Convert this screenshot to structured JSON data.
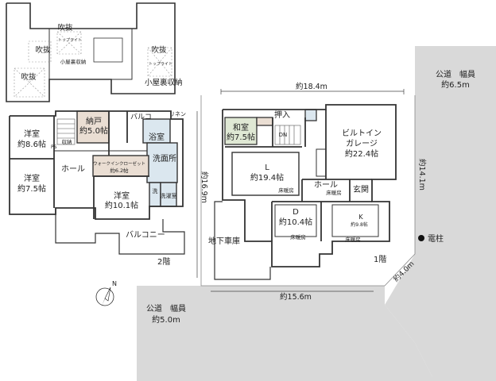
{
  "attic": {
    "void_1": "吹抜",
    "void_2": "吹抜",
    "void_3": "吹抜",
    "void_4": "吹抜",
    "skylight_1": "トップライト",
    "skylight_2": "トップライト",
    "attic_storage_inner": "小屋裏収納",
    "section_label": "小屋裏収納"
  },
  "floor2": {
    "storage": "納戸",
    "storage_size": "約5.0帖",
    "balcony_small": "バルコ",
    "linen": "リネン",
    "western_room_1": "洋室",
    "western_room_1_size": "約8.6帖",
    "closet_small": "収納",
    "bath": "浴室",
    "hall": "ホール",
    "walk_in_closet": "ウォークインクローゼット",
    "walk_in_closet_size": "約6.2帖",
    "washroom": "洗面所",
    "western_room_2": "洋室",
    "western_room_2_size": "約7.5帖",
    "western_room_3": "洋室",
    "western_room_3_size": "約10.1帖",
    "toilet": "洗",
    "laundry": "洗濯室",
    "ps": "PS",
    "balcony": "バルコニー",
    "floor_label": "2階"
  },
  "floor1": {
    "width_dim": "約18.4m",
    "japanese_room": "和室",
    "japanese_room_size": "約7.5帖",
    "closet": "押入",
    "dn": "DN",
    "garage": "ビルトイン",
    "garage_2": "ガレージ",
    "garage_size": "約22.4帖",
    "living": "L",
    "living_size": "約19.4帖",
    "floor_heating_1": "床暖房",
    "hall": "ホール",
    "floor_heating_2": "床暖房",
    "entrance": "玄関",
    "dining": "D",
    "dining_size": "約10.4帖",
    "floor_heating_3": "床暖房",
    "kitchen": "K",
    "kitchen_size": "約9.8帖",
    "floor_heating_4": "床暖房",
    "underground_garage": "地下車庫",
    "floor_label": "1階",
    "height_dim": "約16.9m",
    "bottom_dim": "約15.6m",
    "right_dim": "約14.1m",
    "corner_dim": "約4.0m"
  },
  "roads": {
    "east_road": "公道　幅員",
    "east_width": "約6.5m",
    "south_road": "公道　幅員",
    "south_width": "約5.0m",
    "pole": "電柱"
  },
  "compass": {
    "north": "N"
  },
  "colors": {
    "road": "#d9d9d9",
    "wall": "#333333",
    "tatami": "#dfe8d4",
    "storage": "#eaded3",
    "wet_area": "#dbe7ef",
    "stair": "#555555"
  }
}
